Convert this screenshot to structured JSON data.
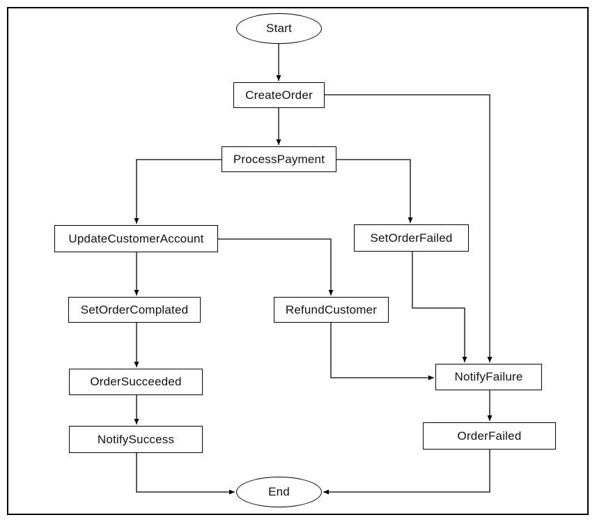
{
  "diagram": {
    "type": "flowchart",
    "background_color": "#ffffff",
    "stroke_color": "#000000",
    "text_color": "#111111",
    "nodes": {
      "start": {
        "label": "Start",
        "shape": "ellipse"
      },
      "create_order": {
        "label": "CreateOrder",
        "shape": "rect"
      },
      "process_payment": {
        "label": "ProcessPayment",
        "shape": "rect"
      },
      "update_customer_account": {
        "label": "UpdateCustomerAccount",
        "shape": "rect"
      },
      "set_order_failed": {
        "label": "SetOrderFailed",
        "shape": "rect"
      },
      "set_order_complated": {
        "label": "SetOrderComplated",
        "shape": "rect"
      },
      "refund_customer": {
        "label": "RefundCustomer",
        "shape": "rect"
      },
      "order_succeeded": {
        "label": "OrderSucceeded",
        "shape": "rect"
      },
      "notify_failure": {
        "label": "NotifyFailure",
        "shape": "rect"
      },
      "notify_success": {
        "label": "NotifySuccess",
        "shape": "rect"
      },
      "order_failed": {
        "label": "OrderFailed",
        "shape": "rect"
      },
      "end": {
        "label": "End",
        "shape": "ellipse"
      }
    },
    "edges": [
      {
        "from": "Start",
        "to": "CreateOrder"
      },
      {
        "from": "CreateOrder",
        "to": "ProcessPayment"
      },
      {
        "from": "CreateOrder",
        "to": "NotifyFailure"
      },
      {
        "from": "ProcessPayment",
        "to": "UpdateCustomerAccount"
      },
      {
        "from": "ProcessPayment",
        "to": "SetOrderFailed"
      },
      {
        "from": "UpdateCustomerAccount",
        "to": "SetOrderComplated"
      },
      {
        "from": "UpdateCustomerAccount",
        "to": "RefundCustomer"
      },
      {
        "from": "SetOrderComplated",
        "to": "OrderSucceeded"
      },
      {
        "from": "OrderSucceeded",
        "to": "NotifySuccess"
      },
      {
        "from": "NotifySuccess",
        "to": "End"
      },
      {
        "from": "SetOrderFailed",
        "to": "NotifyFailure"
      },
      {
        "from": "RefundCustomer",
        "to": "NotifyFailure"
      },
      {
        "from": "NotifyFailure",
        "to": "OrderFailed"
      },
      {
        "from": "OrderFailed",
        "to": "End"
      }
    ]
  }
}
